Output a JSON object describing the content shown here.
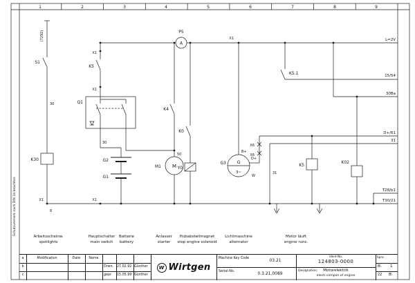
{
  "page": {
    "left_margin_note": "Schutzvermerk nach DIN 34 beachten",
    "columns": [
      "1",
      "2",
      "3",
      "4",
      "5",
      "6",
      "7",
      "8",
      "9"
    ]
  },
  "schematic": {
    "cable_ref": "(7292)",
    "labels": {
      "s1": "S1",
      "k30": "K30",
      "k5_contact": "K5",
      "q1": "Q1",
      "g2": "G2",
      "g1": "G1",
      "m1": "M1",
      "m1_letter": "M",
      "k4": "K4",
      "k0": "K0",
      "y0": "Y0",
      "p5": "P5",
      "p5_letter": "A",
      "g3": "G3",
      "g3_letter": "G",
      "g3_phase": "3~",
      "bplus": "B+",
      "dplus": "D+",
      "w": "W",
      "k51": "K5.1",
      "k5_coil": "K5",
      "k02": "K02",
      "x1": "X1",
      "x6": "X6",
      "wire30": "30",
      "wire31": "31",
      "wire50": "50",
      "pin8": "8"
    },
    "right_refs": [
      "L=2V",
      "15/54",
      "30Ba",
      "D+/61",
      "31",
      "T28/b1",
      "T30/21"
    ],
    "captions": [
      {
        "de": "Arbeitsscheinw.",
        "en": "spotlights"
      },
      {
        "de": "Hauptschalter",
        "en": "main switch"
      },
      {
        "de": "Batterie",
        "en": "battery"
      },
      {
        "de": "Anlasser",
        "en": "starter"
      },
      {
        "de": "Hubabstellmagnet",
        "en": "stop engine solenoid"
      },
      {
        "de": "Lichtmaschine",
        "en": "alternator"
      },
      {
        "de": "Motor läuft",
        "en": "engine runs."
      }
    ]
  },
  "titleblock": {
    "rev_rows": [
      "a",
      "b",
      "c"
    ],
    "modification": "Modification",
    "date": "Date",
    "name": "Name",
    "drwn": {
      "label": "Drwn.",
      "date": "27.02.92",
      "name": "Günther"
    },
    "gepr": {
      "label": "gepr.",
      "date": "15.05.99",
      "name": "Günther"
    },
    "brand": "Wirtgen",
    "brand_letter": "W",
    "machine_key_code_label": "Machine Key Code",
    "machine_key_code": "03.21",
    "serial_label": "Serial-No.",
    "serial": "0.3.21.0089",
    "ident_label": "Ident-No.",
    "ident": "124803-0000",
    "designation_label": "Designation:",
    "designation_de": "Motorelektrik",
    "designation_en": "electr.compon.of engine",
    "lang_label": "Spra.",
    "sheet_label": "Bl.",
    "sheet_no": "1",
    "sheet_total": "22",
    "sheet_total_label": "Bl."
  }
}
